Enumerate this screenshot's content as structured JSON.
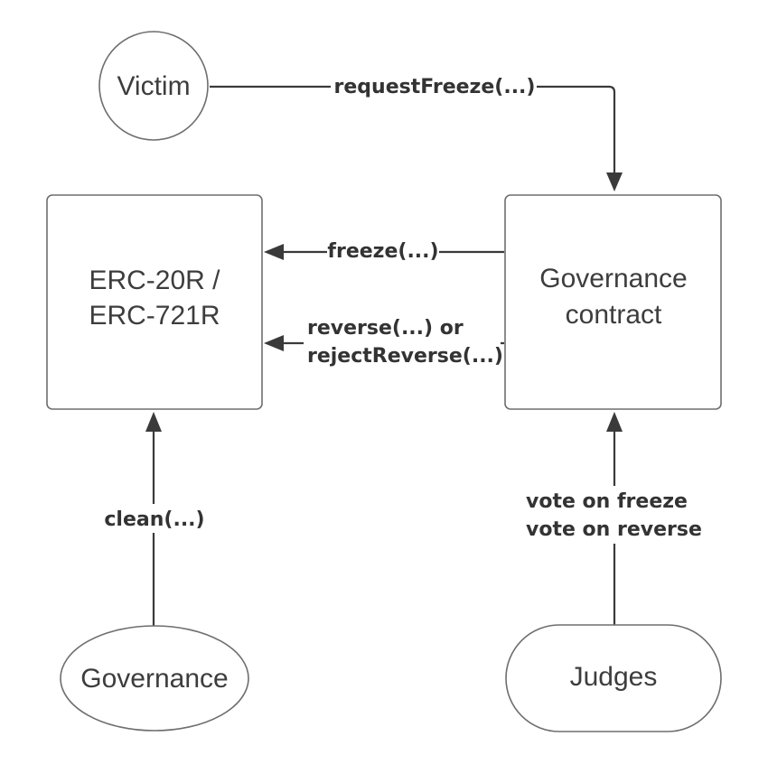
{
  "nodes": {
    "victim": {
      "label": "Victim"
    },
    "token": {
      "line1": "ERC-20R /",
      "line2": "ERC-721R"
    },
    "governance_contract": {
      "line1": "Governance",
      "line2": "contract"
    },
    "governance": {
      "label": "Governance"
    },
    "judges": {
      "label": "Judges"
    }
  },
  "edges": {
    "request_freeze": {
      "label": "requestFreeze(...)"
    },
    "freeze": {
      "label": "freeze(...)"
    },
    "reverse": {
      "line1": "reverse(...) or",
      "line2": "rejectReverse(...)"
    },
    "clean": {
      "label": "clean(...)"
    },
    "vote": {
      "line1": "vote on freeze",
      "line2": "vote on reverse"
    }
  },
  "colors": {
    "line": "#3a3a3a",
    "node_border": "#6e6e6e",
    "text": "#3d3d3d",
    "background": "#ffffff"
  }
}
